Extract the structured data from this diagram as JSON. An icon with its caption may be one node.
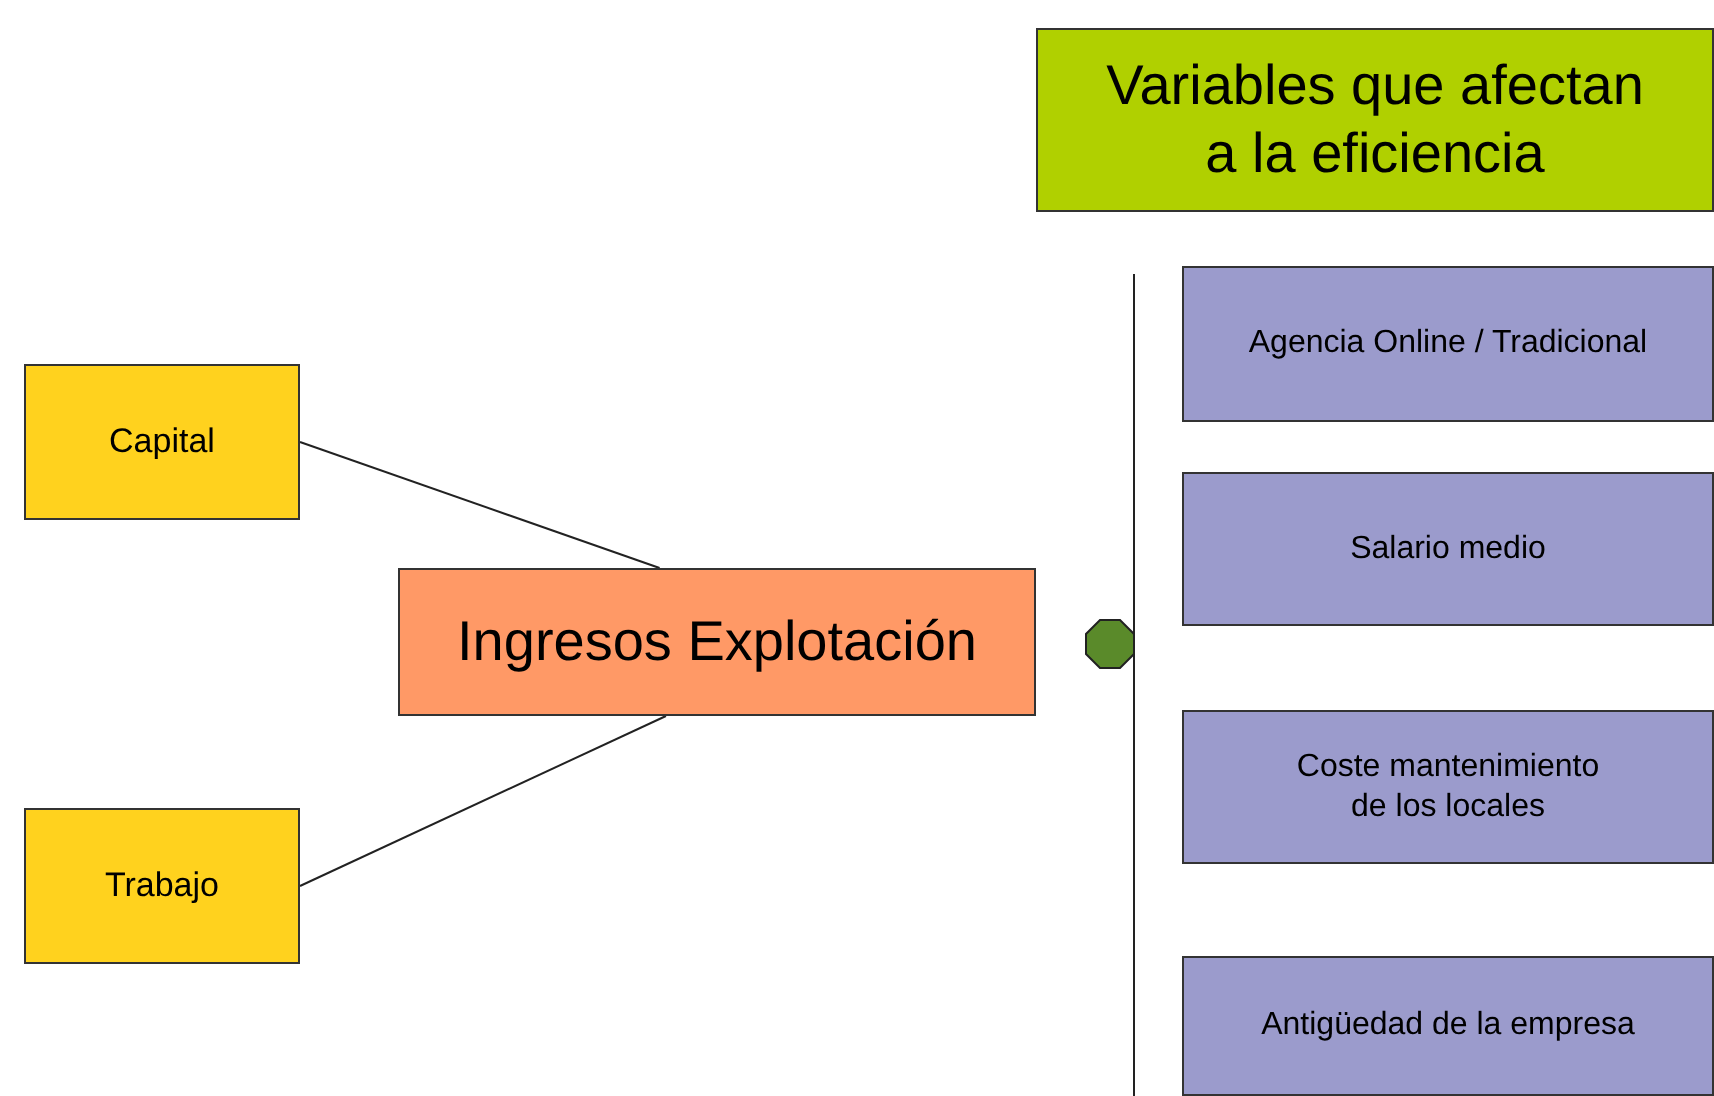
{
  "diagram": {
    "nodes": [
      {
        "text": [
          "Variables que afectan a la eficiencia"
        ]
      },
      {
        "text": [
          "Agencia Online / Tradicional"
        ]
      },
      {
        "text": [
          "Salario medio"
        ]
      },
      {
        "text": [
          "Coste mantenimiento de los locales"
        ]
      },
      {
        "text": [
          "Antigüedad de la empresa"
        ]
      },
      {
        "text": [
          "Capital"
        ]
      },
      {
        "text": [
          "Ingresos Explotación"
        ]
      },
      {
        "text": [
          "Trabajo"
        ]
      },
      {
        "text": [],
        "shape": "octagon"
      }
    ],
    "edges": [
      {
        "from": 5,
        "to": 6,
        "arrow": "none"
      },
      {
        "from": 7,
        "to": 6,
        "arrow": "none"
      }
    ]
  }
}
